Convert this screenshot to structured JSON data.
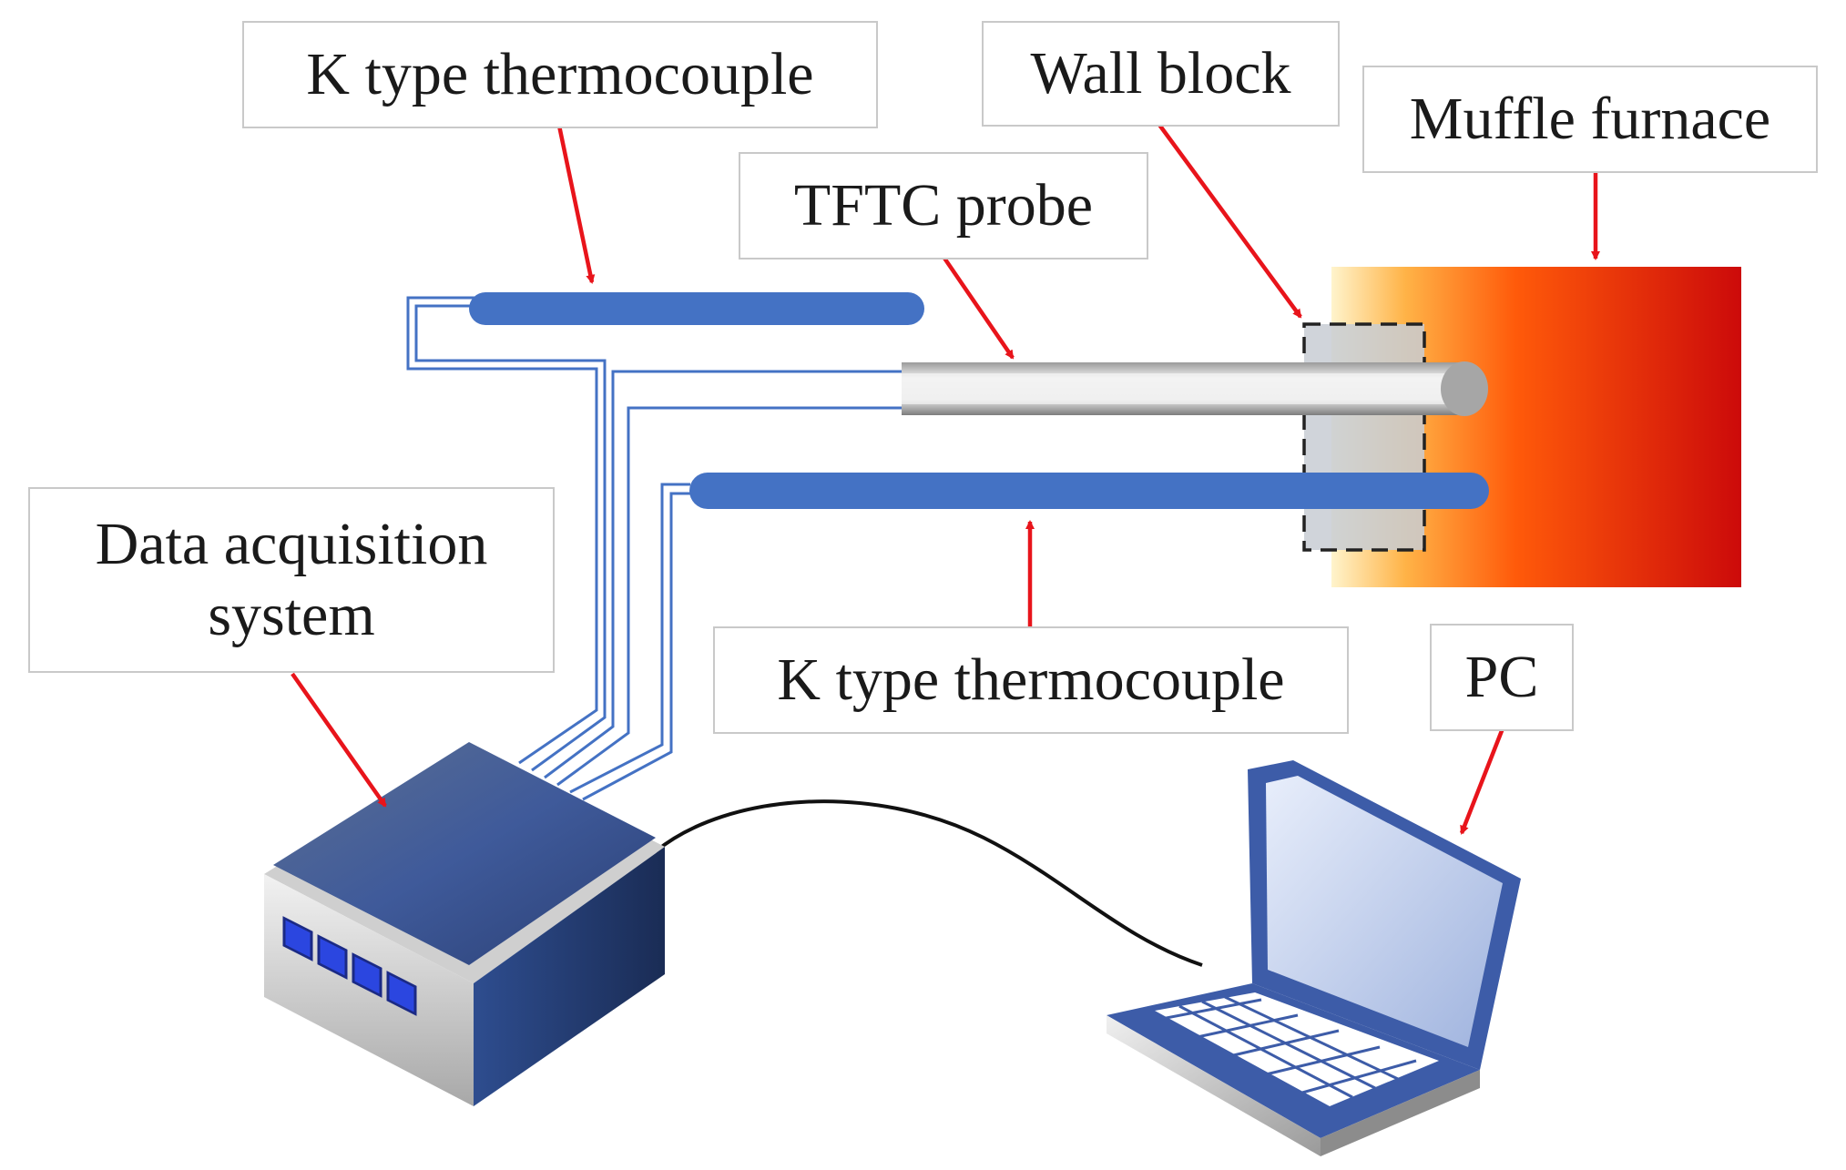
{
  "labels": {
    "k_type_top": "K type thermocouple",
    "wall_block": "Wall block",
    "muffle_furnace": "Muffle furnace",
    "tftc_probe": "TFTC probe",
    "data_acquisition_line1": "Data acquisition",
    "data_acquisition_line2": "system",
    "k_type_bottom": "K type thermocouple",
    "pc": "PC"
  },
  "colors": {
    "arrow": "#e8141b",
    "thermocouple": "#4472c4",
    "furnace_hot": "#d40a0a",
    "furnace_warm": "#ff7a00",
    "furnace_cool": "#fff2c8",
    "wire": "#4472c4",
    "label_border": "#c9c9c9"
  },
  "icons": {
    "daq_device": "data-acquisition-device-icon",
    "laptop": "laptop-icon"
  }
}
